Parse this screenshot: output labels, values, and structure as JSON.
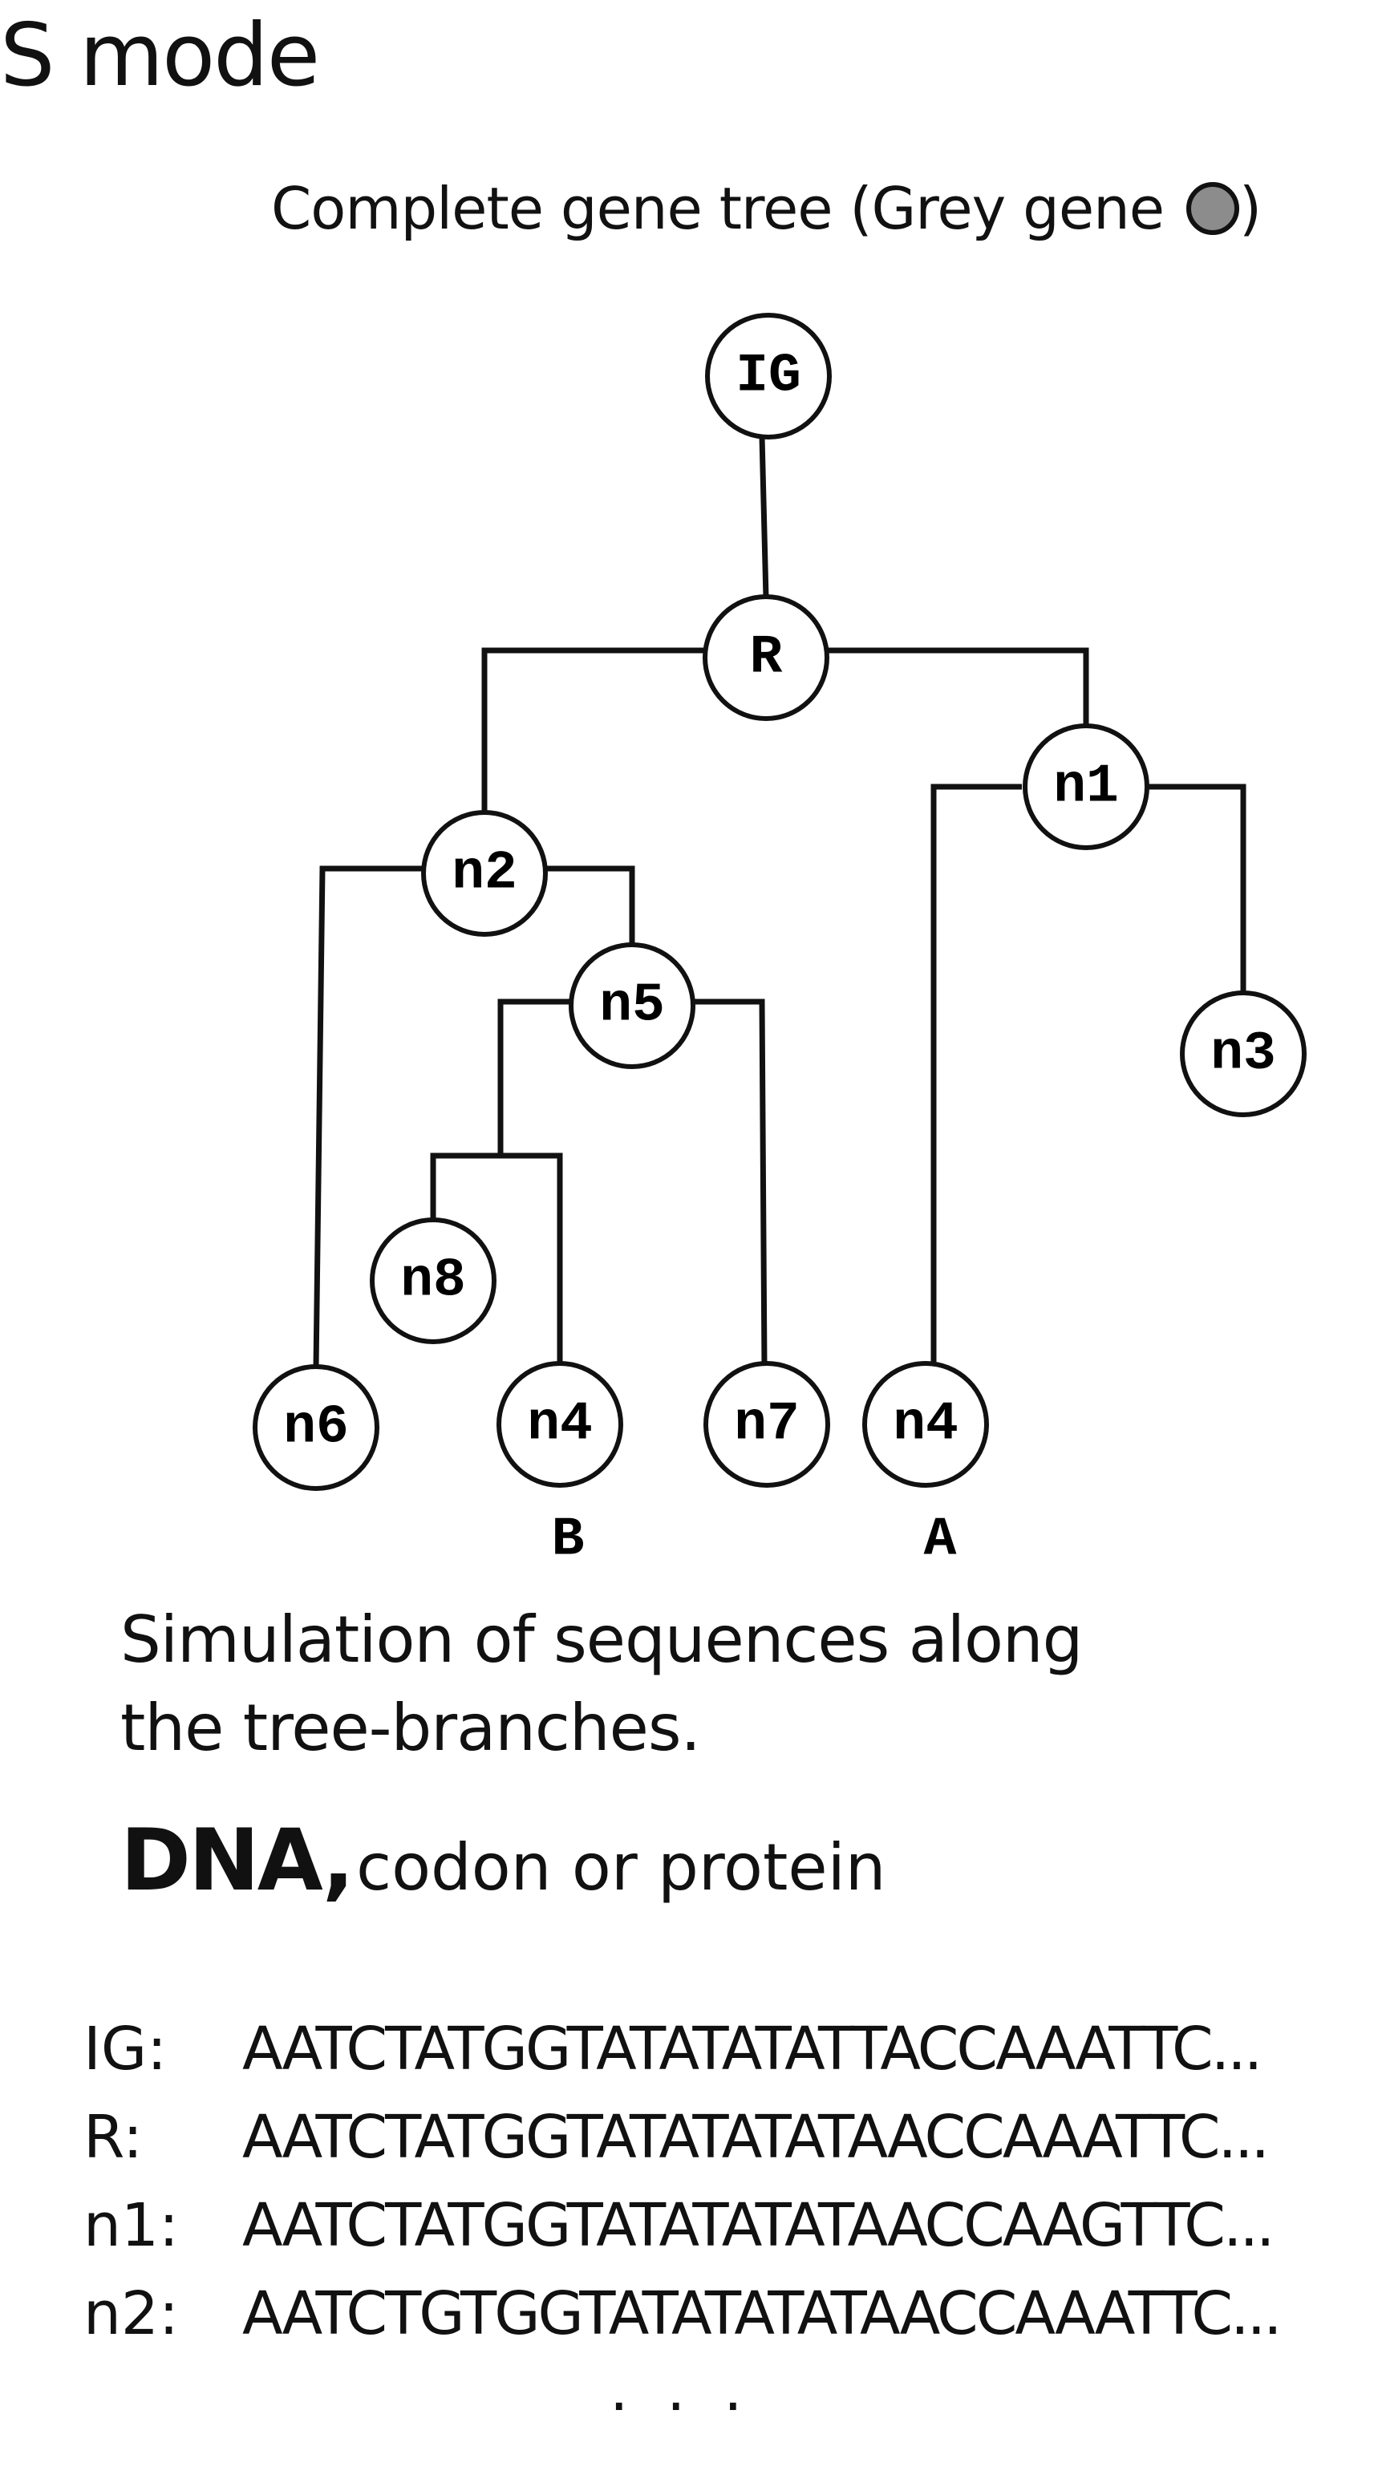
{
  "title": "S mode",
  "tree_caption": "Complete gene tree (Grey gene",
  "tree_caption_close": ")",
  "nodes": {
    "IG": "IG",
    "R": "R",
    "n1": "n1",
    "n2": "n2",
    "n3": "n3",
    "n5": "n5",
    "n6": "n6",
    "n8": "n8",
    "n4_B": "n4",
    "n7": "n7",
    "n4_A": "n4"
  },
  "copy_labels": {
    "B": "B",
    "A": "A"
  },
  "simulation_text": {
    "line1": "Simulation of sequences along",
    "line2": "the tree-branches."
  },
  "sequence_types": {
    "primary": "DNA,",
    "rest": "codon or protein"
  },
  "sequences": [
    {
      "label": "IG:",
      "seq": "AATCTATGGTATATATATTACCAAATTC..."
    },
    {
      "label": "R:",
      "seq": "AATCTATGGTATATATATAACCAAATTC..."
    },
    {
      "label": "n1:",
      "seq": "AATCTATGGTATATATATAACCAAGTTC..."
    },
    {
      "label": "n2:",
      "seq": "AATCTGTGGTATATATATAACCAAATTC..."
    }
  ],
  "ellipsis": ". . .",
  "colors": {
    "grey_gene": "#8c8c8c",
    "stroke": "#111111"
  }
}
